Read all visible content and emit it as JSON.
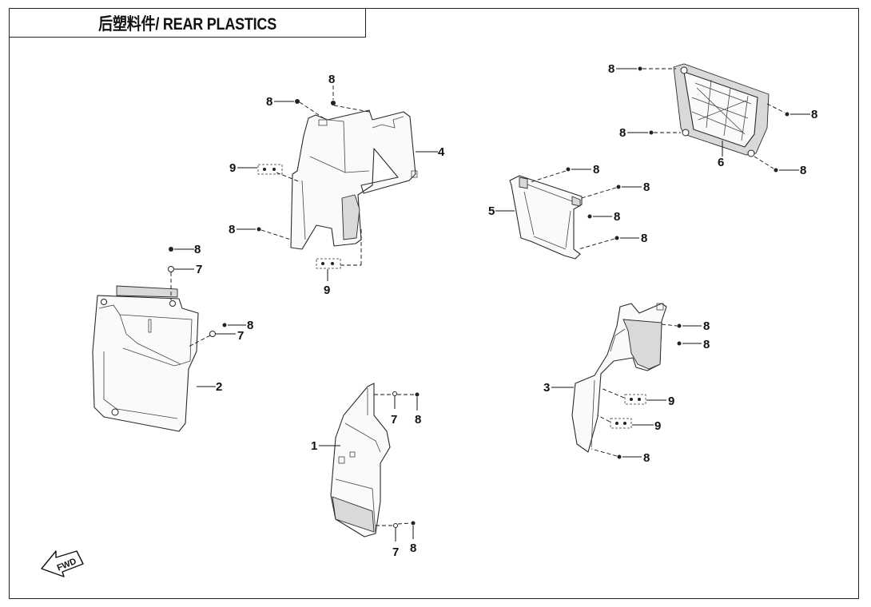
{
  "title": "后塑料件/ REAR PLASTICS",
  "fwd_label": "FWD",
  "callouts": {
    "c1": "1",
    "c2": "2",
    "c3": "3",
    "c4": "4",
    "c5": "5",
    "c6": "6",
    "c7a": "7",
    "c7b": "7",
    "c7c": "7",
    "c7d": "7",
    "c8a": "8",
    "c8b": "8",
    "c8c": "8",
    "c8d": "8",
    "c8e": "8",
    "c8f": "8",
    "c8g": "8",
    "c8h": "8",
    "c8i": "8",
    "c8j": "8",
    "c8k": "8",
    "c8l": "8",
    "c8m": "8",
    "c8n": "8",
    "c8o": "8",
    "c8p": "8",
    "c8q": "8",
    "c9a": "9",
    "c9b": "9",
    "c9c": "9",
    "c9d": "9"
  }
}
